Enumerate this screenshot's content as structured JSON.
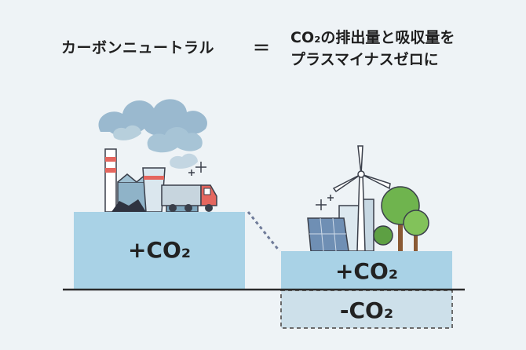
{
  "title": {
    "left": "カーボンニュートラル",
    "equals": "＝",
    "right_line1": "CO₂の排出量と吸収量を",
    "right_line2": "プラスマイナスゼロに"
  },
  "boxes": {
    "emission_label": "+CO₂",
    "absorption_plus_label": "+CO₂",
    "absorption_minus_label": "-CO₂"
  },
  "colors": {
    "background": "#eef3f6",
    "box_fill": "#a9d2e6",
    "minus_fill": "#cde0ea",
    "baseline": "#2b2b2b",
    "dashed": "#6f7b99"
  },
  "icons": [
    "factory-icon",
    "smoke-icon",
    "truck-icon",
    "wind-turbine-icon",
    "solar-panel-icon",
    "tree-icon",
    "sparkle-icon"
  ]
}
